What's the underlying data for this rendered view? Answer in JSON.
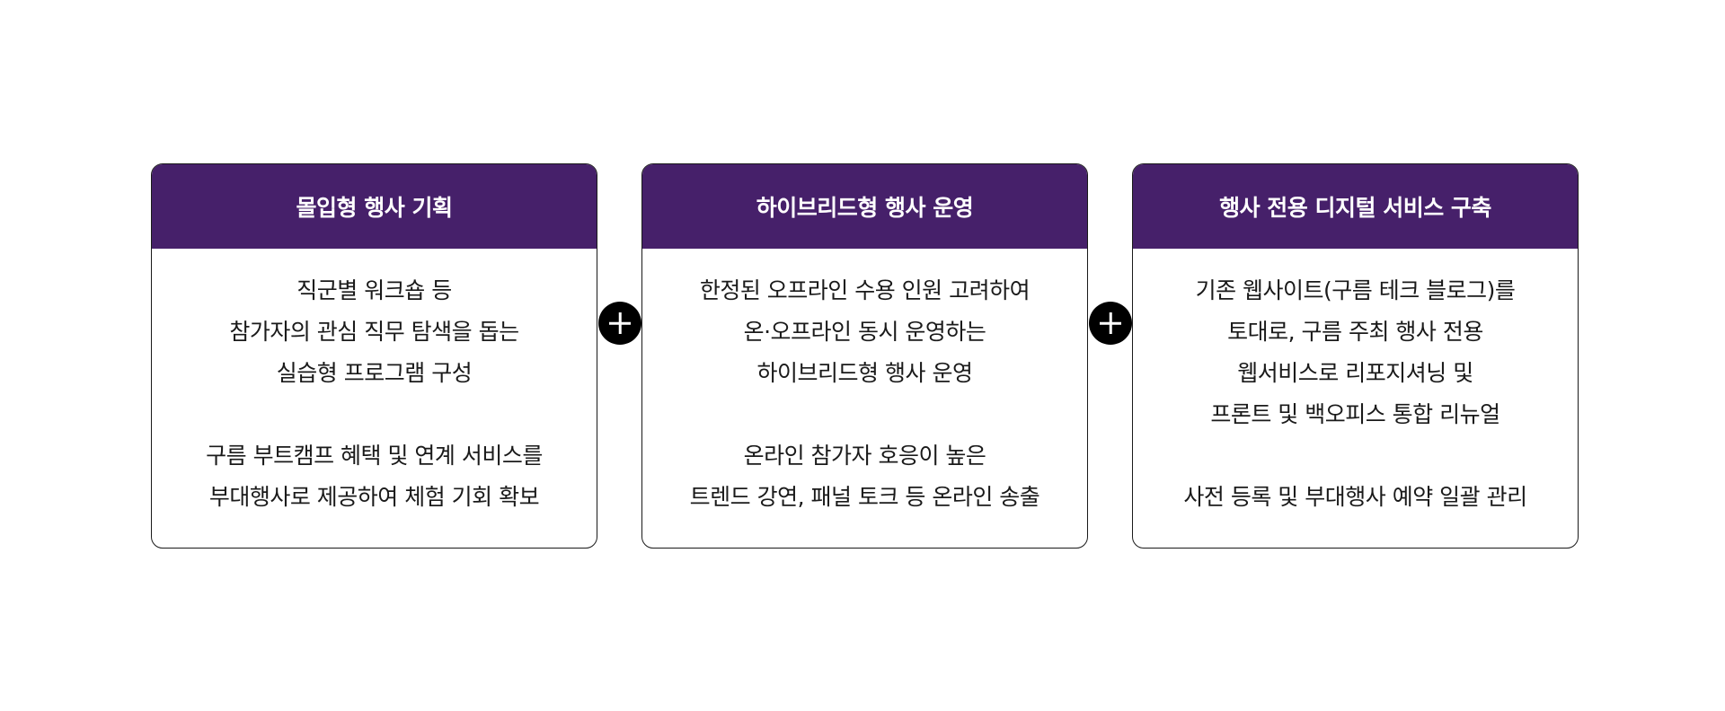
{
  "cards": [
    {
      "title": "몰입형 행사 기획",
      "lines": [
        "직군별 워크숍 등",
        "참가자의 관심 직무 탐색을 돕는",
        "실습형 프로그램 구성",
        "",
        "구름 부트캠프 혜택 및 연계 서비스를",
        "부대행사로 제공하여 체험 기회 확보"
      ]
    },
    {
      "title": "하이브리드형 행사 운영",
      "lines": [
        "한정된 오프라인 수용 인원 고려하여",
        "온·오프라인 동시 운영하는",
        "하이브리드형 행사 운영",
        "",
        "온라인 참가자 호응이 높은",
        "트렌드 강연, 패널 토크 등 온라인 송출"
      ]
    },
    {
      "title": "행사 전용 디지털 서비스 구축",
      "lines": [
        "기존 웹사이트(구름 테크 블로그)를",
        "토대로, 구름 주최 행사 전용",
        "웹서비스로 리포지셔닝 및",
        "프론트 및 백오피스 통합 리뉴얼",
        "",
        "사전 등록 및 부대행사 예약 일괄 관리"
      ]
    }
  ],
  "icons": {
    "connector": "plus-icon"
  },
  "colors": {
    "header_bg": "#46206a",
    "header_text": "#ffffff",
    "border": "#1a1a1a",
    "connector_bg": "#000000"
  }
}
